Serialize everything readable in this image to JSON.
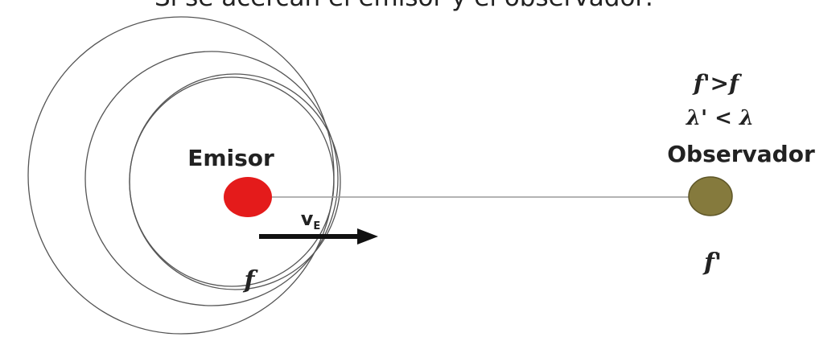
{
  "caption": "Si se acercan el emisor y el observador:",
  "labels": {
    "emitter": "Emisor",
    "observer": "Observador",
    "emitter_frequency": "f",
    "velocity_symbol": "v",
    "velocity_subscript": "E",
    "observer_frequency": "f'",
    "freq_relation": "f'>f",
    "wavelength_relation": "λ' < λ"
  },
  "colors": {
    "emitter": "#e41b1b",
    "observer": "#857a3d",
    "observer_stroke": "#5e5628",
    "wave": "#555555",
    "line": "#9a9a9a",
    "arrow": "#111111",
    "text": "#222222"
  }
}
